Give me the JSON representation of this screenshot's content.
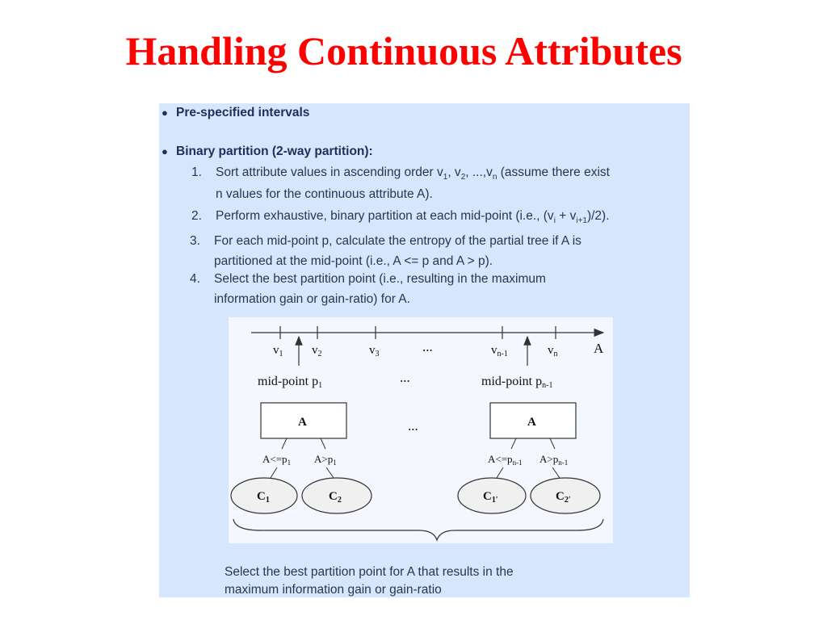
{
  "slide": {
    "title": "Handling Continuous Attributes"
  },
  "bullets": [
    {
      "text": "Pre-specified intervals"
    },
    {
      "text": "Binary partition (2-way partition):"
    }
  ],
  "steps": [
    {
      "num": "1.",
      "line1_pre": "Sort attribute values in ascending order v",
      "line1_s1": "1",
      "line1_m1": ", v",
      "line1_s2": "2",
      "line1_m2": ", ...,v",
      "line1_s3": "n",
      "line1_post": " (assume there exist",
      "line2": "n values for the continuous attribute A)."
    },
    {
      "num": "2.",
      "line1_pre": "Perform exhaustive, binary partition at each mid-point (i.e., (v",
      "line1_s1": "i",
      "line1_m1": " + v",
      "line1_s2": "i+1",
      "line1_post": ")/2)."
    },
    {
      "num": "3.",
      "line1": "For each mid-point p, calculate the entropy of the partial tree if A is",
      "line2": "partitioned at the mid-point (i.e., A <= p and A > p)."
    },
    {
      "num": "4.",
      "line1": "Select the best partition point (i.e., resulting in the maximum",
      "line2": "information gain or gain-ratio) for A."
    }
  ],
  "diagram": {
    "axis_label": "A",
    "ticks": [
      {
        "base": "v",
        "sub": "1"
      },
      {
        "base": "v",
        "sub": "2"
      },
      {
        "base": "v",
        "sub": "3"
      },
      {
        "base": "v",
        "sub": "n-1"
      },
      {
        "base": "v",
        "sub": "n"
      }
    ],
    "ellipsis": "...",
    "midpoints": [
      {
        "base": "mid-point p",
        "sub": "1"
      },
      {
        "base": "mid-point p",
        "sub": "n-1"
      }
    ],
    "boxes": [
      {
        "label": "A",
        "left_base": "A<=p",
        "left_sub": "1",
        "right_base": "A>p",
        "right_sub": "1",
        "c_left": "C",
        "c_left_sub": "1",
        "c_right": "C",
        "c_right_sub": "2"
      },
      {
        "label": "A",
        "left_base": "A<=p",
        "left_sub": "n-1",
        "right_base": "A>p",
        "right_sub": "n-1",
        "c_left": "C",
        "c_left_sub": "1′",
        "c_right": "C",
        "c_right_sub": "2′"
      }
    ]
  },
  "footer": {
    "line1": "Select the best partition point for A that results in the",
    "line2": "maximum information gain or gain-ratio"
  }
}
